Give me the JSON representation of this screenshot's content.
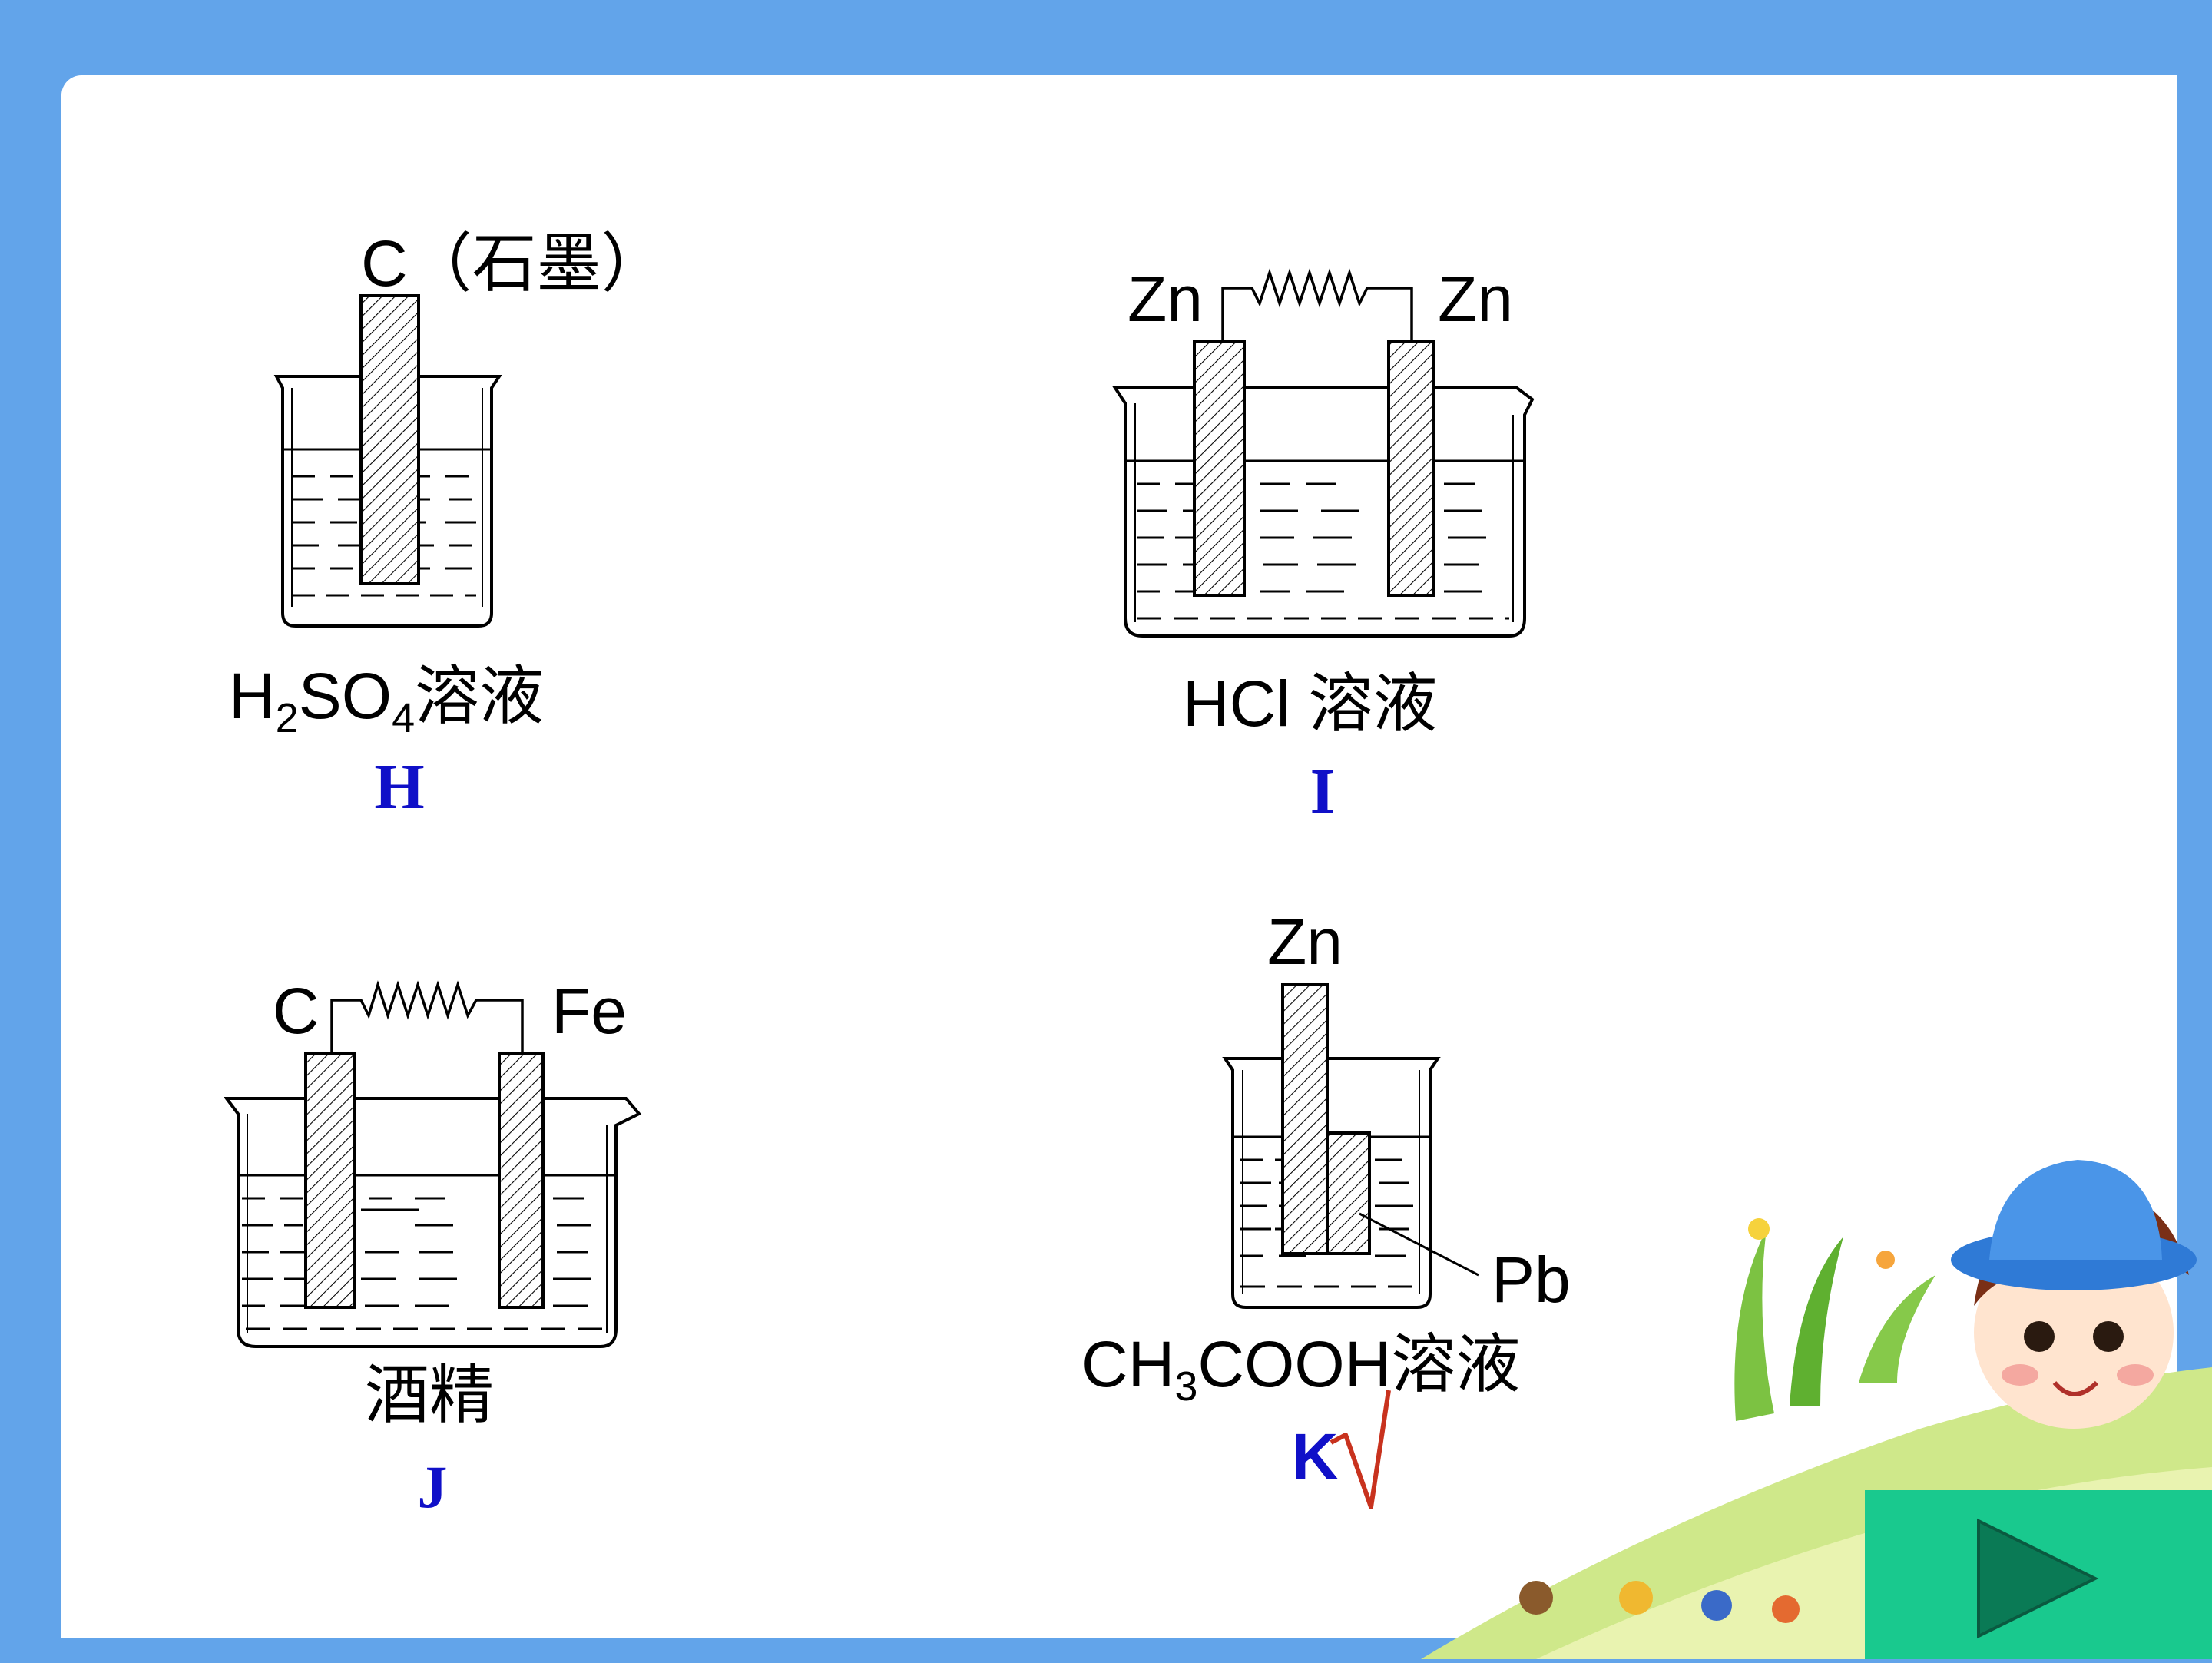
{
  "beakers": [
    {
      "id": "H",
      "tag": "H",
      "electrode_top": "C（石墨）",
      "solution_parts": {
        "a": "H",
        "sub1": "2",
        "b": "SO",
        "sub2": "4",
        "c": "溶液"
      }
    },
    {
      "id": "I",
      "tag": "I",
      "left_electrode": "Zn",
      "right_electrode": "Zn",
      "solution_parts": {
        "a": "HCl 溶液"
      }
    },
    {
      "id": "J",
      "tag": "J",
      "left_electrode": "C",
      "right_electrode": "Fe",
      "solution_parts": {
        "a": "酒精"
      }
    },
    {
      "id": "K",
      "tag": "K",
      "electrode_top": "Zn",
      "electrode_side": "Pb",
      "solution_parts": {
        "a": "CH",
        "sub1": "3",
        "b": "COOH溶液"
      },
      "check_mark": "√"
    }
  ],
  "colors": {
    "frame": "#62a4ea",
    "tag": "#1010c8",
    "check": "#c8321e",
    "next_button": "#19c98e",
    "next_arrow": "#0a7a55"
  },
  "icons": {
    "next": "play-triangle-icon"
  }
}
